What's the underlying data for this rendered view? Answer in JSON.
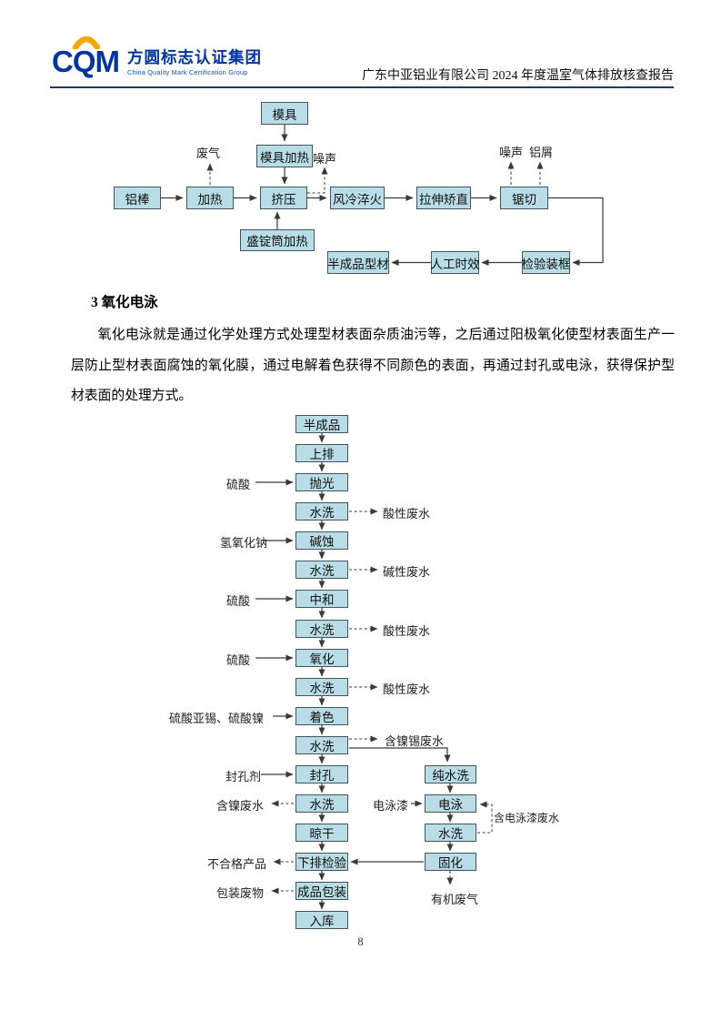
{
  "header": {
    "logo": {
      "abbr": "CQM",
      "name_cn": "方圆标志认证集团",
      "name_en": "China Quality Mark Certification Group"
    },
    "title": "广东中亚铝业有限公司 2024 年度温室气体排放核查报告"
  },
  "flowchart1": {
    "boxes": [
      "模具",
      "模具加热",
      "铝棒",
      "加热",
      "挤压",
      "风冷淬火",
      "拉伸矫直",
      "锯切",
      "盛锭筒加热",
      "半成品型材",
      "人工时效",
      "检验装框"
    ],
    "emissions": [
      "废气",
      "噪声",
      "噪声",
      "铝屑"
    ]
  },
  "section": {
    "heading": "3 氧化电泳",
    "paragraph": "氧化电泳就是通过化学处理方式处理型材表面杂质油污等，之后通过阳极氧化使型材表面生产一层防止型材表面腐蚀的氧化膜，通过电解着色获得不同颜色的表面，再通过封孔或电泳，获得保护型材表面的处理方式。"
  },
  "flowchart2": {
    "process": [
      "半成品",
      "上排",
      "抛光",
      "水洗",
      "碱蚀",
      "水洗",
      "中和",
      "水洗",
      "氧化",
      "水洗",
      "着色",
      "水洗",
      "封孔",
      "水洗",
      "晾干",
      "下排检验",
      "成品包装",
      "入库"
    ],
    "branch": [
      "纯水洗",
      "电泳",
      "水洗",
      "固化"
    ],
    "inputs": [
      "硫酸",
      "氢氧化钠",
      "硫酸",
      "硫酸",
      "硫酸亚锡、硫酸镍",
      "封孔剂",
      "电泳漆"
    ],
    "outputs": [
      "酸性废水",
      "碱性废水",
      "酸性废水",
      "酸性废水",
      "含镍锡废水",
      "含镍废水",
      "不合格产品",
      "包装废物",
      "含电泳漆废水",
      "有机废气"
    ]
  },
  "footer": {
    "page": "8"
  },
  "colors": {
    "box_fill": "#b9dde6",
    "box_border": "#44545a",
    "wire": "#3a3a3a",
    "header_rule": "#1f3864",
    "logo_blue": "#0035a0",
    "logo_orange": "#f7a600"
  }
}
